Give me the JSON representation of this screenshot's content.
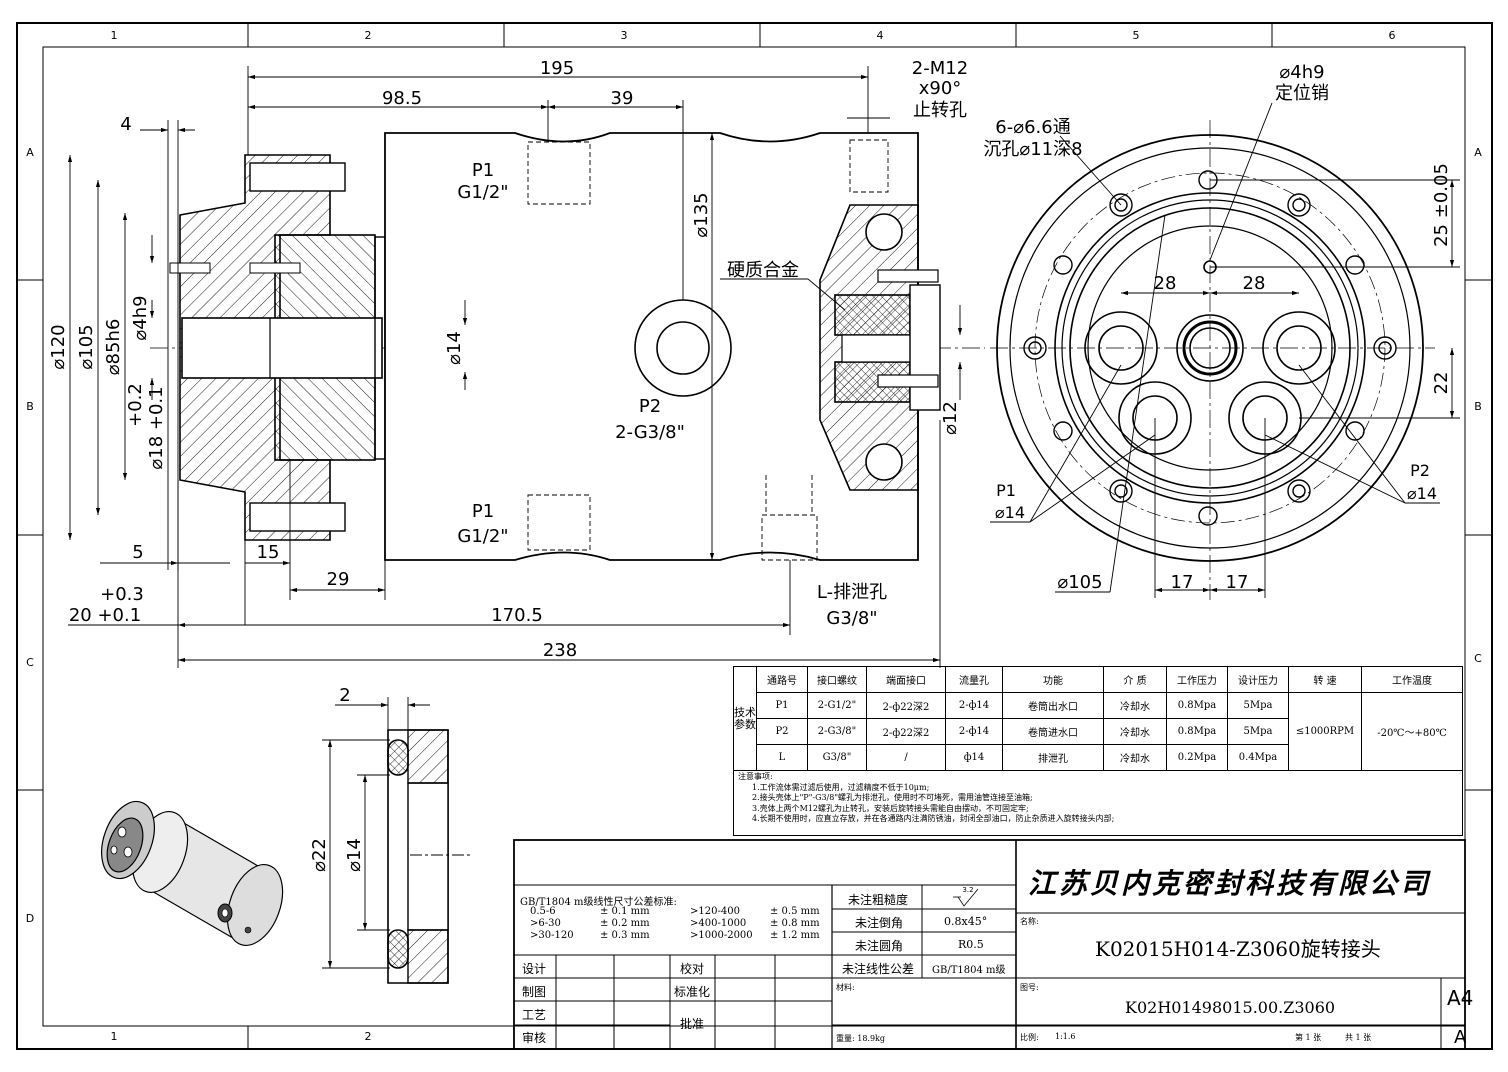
{
  "zones": {
    "top": [
      "1",
      "2",
      "3",
      "4",
      "5",
      "6"
    ],
    "bottom": [
      "1",
      "2"
    ],
    "left": [
      "A",
      "B",
      "C",
      "D"
    ],
    "right": [
      "A",
      "B",
      "C"
    ]
  },
  "dims": {
    "d195": "195",
    "d98_5": "98.5",
    "d39": "39",
    "d4": "4",
    "m12_1": "2-M12",
    "m12_2": "x90°",
    "m12_3": "止转孔",
    "p1_top_1": "P1",
    "p1_top_2": "G1/2\"",
    "p1_bot_1": "P1",
    "p1_bot_2": "G1/2\"",
    "p2_1": "P2",
    "p2_2": "2-G3/8\"",
    "d135": "⌀135",
    "d14v": "⌀14",
    "d12": "⌀12",
    "hard": "硬质合金",
    "d120": "⌀120",
    "d105": "⌀105",
    "d85": "⌀85h6",
    "d4h9v": "⌀4h9",
    "tol_hi": "+0.2",
    "tol_lo": "⌀18 +0.1",
    "d5": "5",
    "d15": "15",
    "d29": "29",
    "tol20_hi": "+0.3",
    "tol20_lo": "20 +0.1",
    "d170": "170.5",
    "d238": "238",
    "drain_1": "L-排泄孔",
    "drain_2": "G3/8\"",
    "holes_1": "6-⌀6.6通",
    "holes_2": "沉孔⌀11深8",
    "pin_1": "⌀4h9",
    "pin_2": "定位销",
    "d25": "25 ±0.05",
    "d28a": "28",
    "d28b": "28",
    "d22": "22",
    "p1r_1": "P1",
    "p1r_2": "⌀14",
    "p2r_1": "P2",
    "p2r_2": "⌀14",
    "d105r": "⌀105",
    "d17a": "17",
    "d17b": "17",
    "seal2": "2",
    "seal22": "⌀22",
    "seal14": "⌀14"
  },
  "tech": {
    "side": "技术参数",
    "headers": [
      "通路号",
      "接口螺纹",
      "端面接口",
      "流量孔",
      "功能",
      "介 质",
      "工作压力",
      "设计压力",
      "转 速",
      "工作温度"
    ],
    "rows": [
      [
        "P1",
        "2-G1/2\"",
        "2-ф22深2",
        "2-ф14",
        "卷筒出水口",
        "冷却水",
        "0.8Mpa",
        "5Mpa"
      ],
      [
        "P2",
        "2-G3/8\"",
        "2-ф22深2",
        "2-ф14",
        "卷筒进水口",
        "冷却水",
        "0.8Mpa",
        "5Mpa"
      ],
      [
        "L",
        "G3/8\"",
        "/",
        "ф14",
        "排泄孔",
        "冷却水",
        "0.2Mpa",
        "0.4Mpa"
      ]
    ],
    "speed": "≤1000RPM",
    "temp": "-20℃～+80℃"
  },
  "notes": [
    "注意事项:",
    "1.工作流体需过滤后使用，过滤精度不低于10μm;",
    "2.接头壳体上\"P\"-G3/8\"螺孔为排泄孔，使用时不可堵死，需用油管连接至油箱;",
    "3.壳体上两个M12螺孔为止转孔，安装后旋转接头需能自由摆动，不可固定牢;",
    "4.长期不使用时，应直立存放，并在各通路内注满防锈油，封闭全部油口，防止杂质进入旋转接头内部;"
  ],
  "tolerance": {
    "title": "GB/T1804 m级线性尺寸公差标准:",
    "rows": [
      [
        "0.5-6",
        "± 0.1 mm",
        ">120-400",
        "± 0.5 mm"
      ],
      [
        ">6-30",
        "± 0.2 mm",
        ">400-1000",
        "± 0.8 mm"
      ],
      [
        ">30-120",
        "± 0.3 mm",
        ">1000-2000",
        "± 1.2 mm"
      ]
    ]
  },
  "titleblock": {
    "design": "设计",
    "check": "校对",
    "draw": "制图",
    "std": "标准化",
    "craft": "工艺",
    "approve": "批准",
    "review": "审核",
    "rough_label": "未注粗糙度",
    "rough_value": "3.2",
    "chamfer_label": "未注倒角",
    "chamfer_value": "0.8x45°",
    "round_label": "未注圆角",
    "round_value": "R0.5",
    "tol_label": "未注线性公差",
    "tol_value": "GB/T1804 m级",
    "material_label": "材料:",
    "weight": "重量: 18.9kg",
    "company": "江苏贝内克密封科技有限公司",
    "name_label": "名称:",
    "name": "K02015H014-Z3060旋转接头",
    "code_label": "图号:",
    "code": "K02H01498015.00.Z3060",
    "size": "A4",
    "rev": "A",
    "scale_label": "比例:",
    "scale": "1:1.6",
    "sheet": "第 1 张",
    "total": "共 1 张"
  }
}
